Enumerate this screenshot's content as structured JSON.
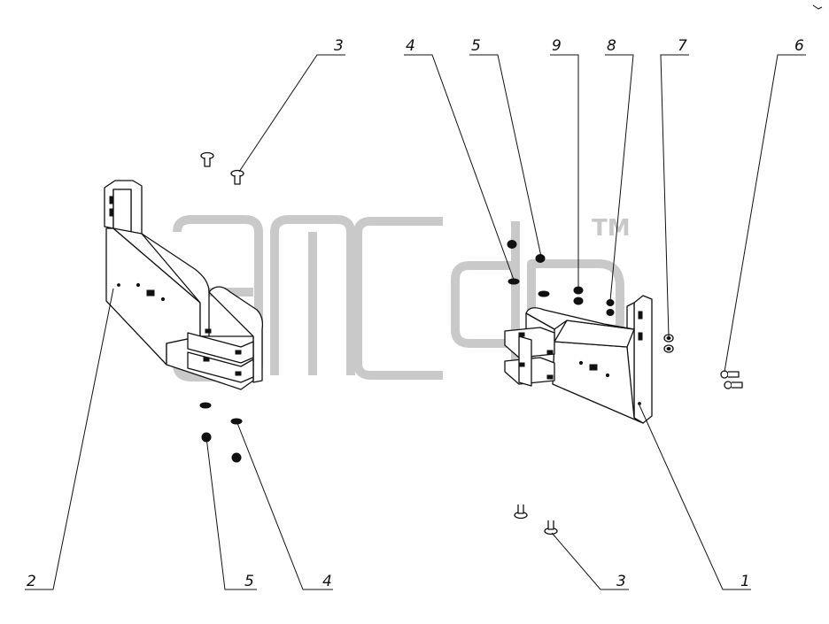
{
  "watermark": {
    "trademark": "TM"
  },
  "callouts": [
    {
      "id": "callout-3-top-left",
      "text": "3"
    },
    {
      "id": "callout-4-top",
      "text": "4"
    },
    {
      "id": "callout-5-top",
      "text": "5"
    },
    {
      "id": "callout-9-top",
      "text": "9"
    },
    {
      "id": "callout-8-top",
      "text": "8"
    },
    {
      "id": "callout-7-top",
      "text": "7"
    },
    {
      "id": "callout-6-top",
      "text": "6"
    },
    {
      "id": "callout-2-bottom",
      "text": "2"
    },
    {
      "id": "callout-5-bottom",
      "text": "5"
    },
    {
      "id": "callout-4-bottom",
      "text": "4"
    },
    {
      "id": "callout-3-bottom",
      "text": "3"
    },
    {
      "id": "callout-1-bottom",
      "text": "1"
    }
  ]
}
